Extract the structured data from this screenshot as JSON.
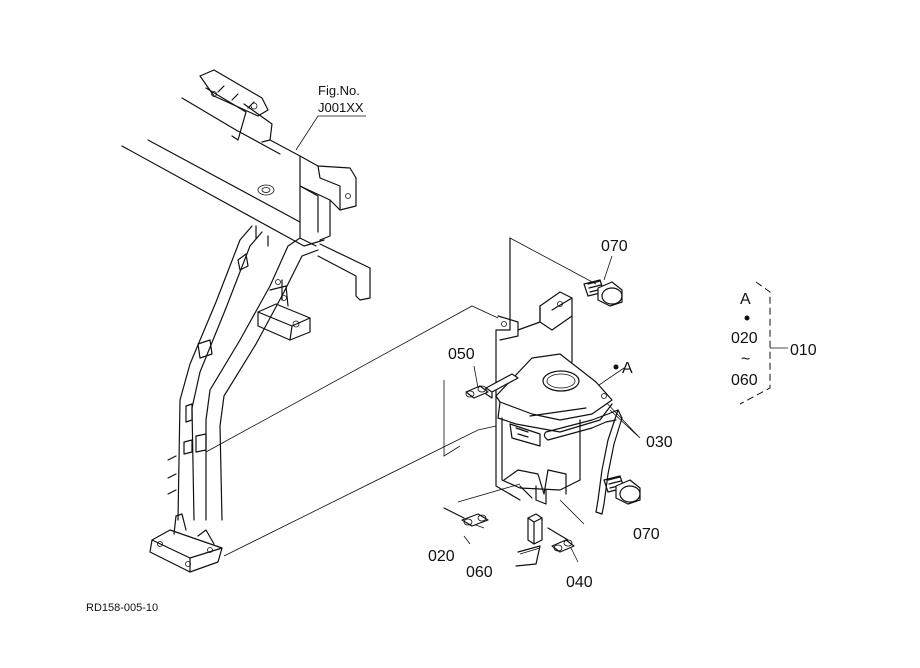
{
  "figure_ref": {
    "line1": "Fig.No.",
    "line2": "J001XX"
  },
  "callouts": {
    "p070_top": "070",
    "p050": "050",
    "pointA": "A",
    "p030": "030",
    "p070_bottom": "070",
    "p020": "020",
    "p060": "060",
    "p040": "040"
  },
  "set_group": {
    "label_a": "A",
    "from": "020",
    "tilde": "~",
    "to": "060",
    "assembly": "010"
  },
  "drawing_code": "RD158-005-10"
}
